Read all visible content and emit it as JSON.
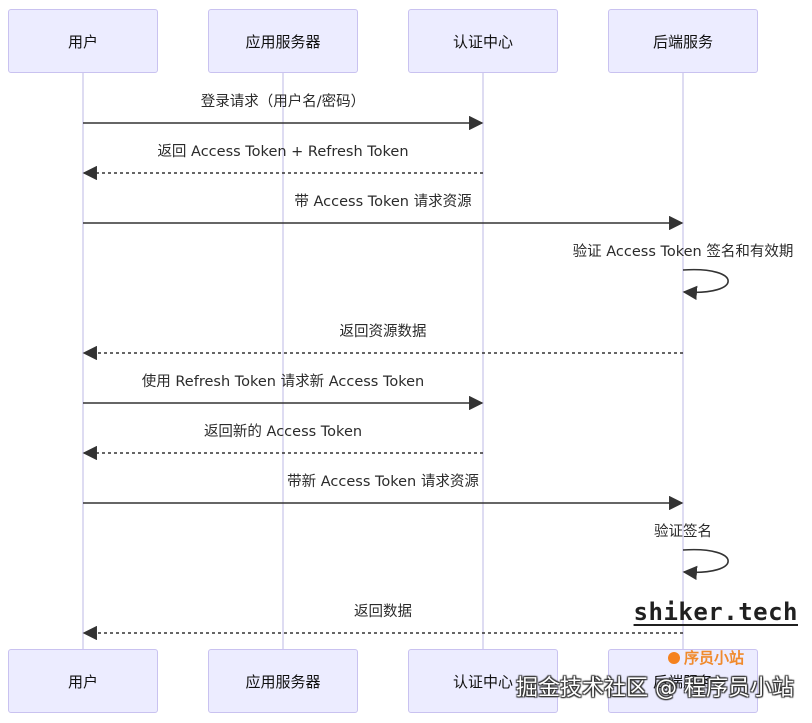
{
  "participants": [
    "用户",
    "应用服务器",
    "认证中心",
    "后端服务"
  ],
  "messages": [
    {
      "from": 0,
      "to": 2,
      "dashed": false,
      "label": "登录请求（用户名/密码）"
    },
    {
      "from": 2,
      "to": 0,
      "dashed": true,
      "label": "返回 Access Token + Refresh Token"
    },
    {
      "from": 0,
      "to": 3,
      "dashed": false,
      "label": "带 Access Token 请求资源"
    },
    {
      "from": 3,
      "to": 3,
      "dashed": false,
      "label": "验证 Access Token 签名和有效期"
    },
    {
      "from": 3,
      "to": 0,
      "dashed": true,
      "label": "返回资源数据"
    },
    {
      "from": 0,
      "to": 2,
      "dashed": false,
      "label": "使用 Refresh Token 请求新 Access Token"
    },
    {
      "from": 2,
      "to": 0,
      "dashed": true,
      "label": "返回新的 Access Token"
    },
    {
      "from": 0,
      "to": 3,
      "dashed": false,
      "label": "带新 Access Token 请求资源"
    },
    {
      "from": 3,
      "to": 3,
      "dashed": false,
      "label": "验证签名"
    },
    {
      "from": 3,
      "to": 0,
      "dashed": true,
      "label": "返回数据"
    }
  ],
  "branding": {
    "site": "shiker.tech",
    "sub": "序员小站",
    "watermark": "掘金技术社区 @ 程序员小站"
  },
  "colors": {
    "actor_fill": "#ECECFF",
    "actor_border": "#C9C2F0",
    "lifeline": "#D4D0EE",
    "arrow": "#333333",
    "brand_orange": "#F08A2C"
  }
}
